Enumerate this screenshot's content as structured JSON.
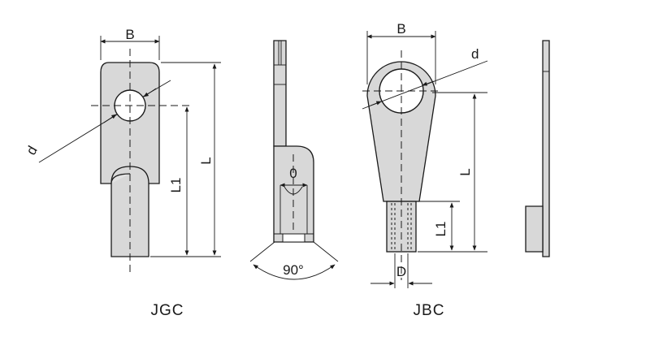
{
  "labels": {
    "jgc_b": "B",
    "jgc_d": "d",
    "jgc_l": "L",
    "jgc_l1": "L1",
    "side_o": "0",
    "angle": "90°",
    "jbc_b": "B",
    "jbc_d": "d",
    "jbc_l": "L",
    "jbc_l1": "L1",
    "jbc_bigd": "D"
  },
  "captions": {
    "jgc": "JGC",
    "jbc": "JBC"
  }
}
